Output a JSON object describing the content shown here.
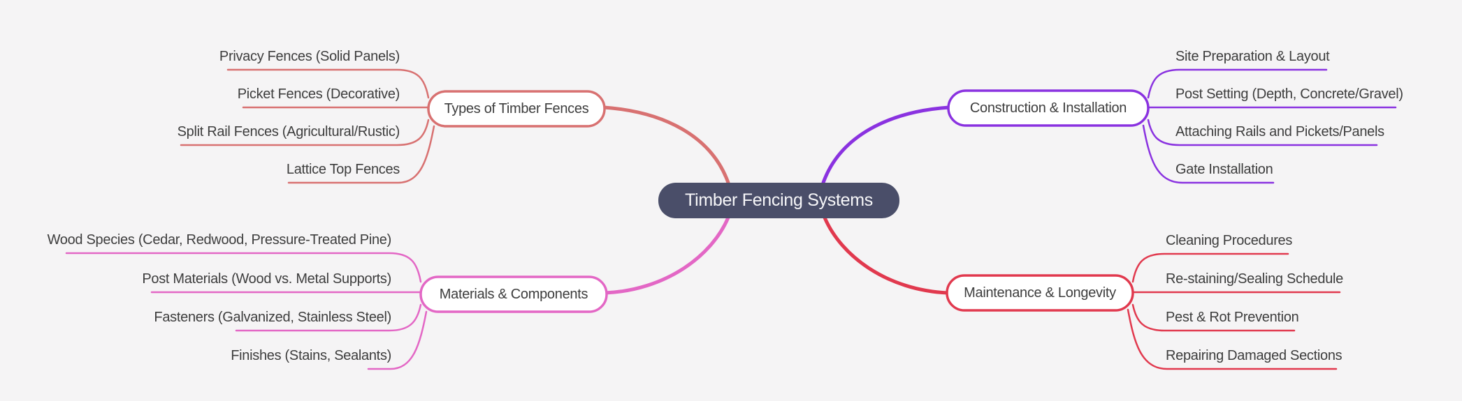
{
  "canvas": {
    "bg": "#f5f4f5"
  },
  "center": {
    "label": "Timber Fencing Systems",
    "bg": "#4a4e69",
    "text_color": "#f7f7f9"
  },
  "text_color": "#3d3d3d",
  "branches": [
    {
      "label": "Types of Timber Fences",
      "color": "#d87171",
      "position": "top-left",
      "children": [
        "Privacy Fences (Solid Panels)",
        "Picket Fences (Decorative)",
        "Split Rail Fences (Agricultural/Rustic)",
        "Lattice Top Fences"
      ]
    },
    {
      "label": "Construction & Installation",
      "color": "#8a32e0",
      "position": "top-right",
      "children": [
        "Site Preparation & Layout",
        "Post Setting (Depth, Concrete/Gravel)",
        "Attaching Rails and Pickets/Panels",
        "Gate Installation"
      ]
    },
    {
      "label": "Materials & Components",
      "color": "#e367c5",
      "position": "bottom-left",
      "children": [
        "Wood Species (Cedar, Redwood, Pressure-Treated Pine)",
        "Post Materials (Wood vs. Metal Supports)",
        "Fasteners (Galvanized, Stainless Steel)",
        "Finishes (Stains, Sealants)"
      ]
    },
    {
      "label": "Maintenance & Longevity",
      "color": "#e1394e",
      "position": "bottom-right",
      "children": [
        "Cleaning Procedures",
        "Re-staining/Sealing Schedule",
        "Pest & Rot Prevention",
        "Repairing Damaged Sections"
      ]
    }
  ]
}
